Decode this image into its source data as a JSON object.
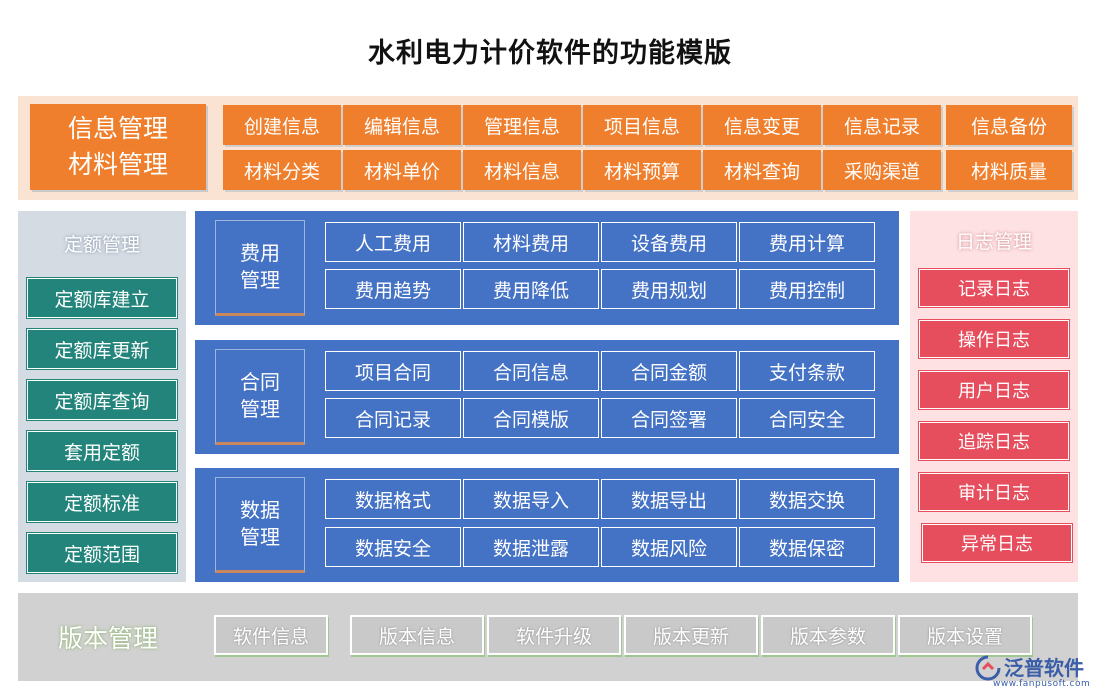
{
  "title": "水利电力计价软件的功能模版",
  "info_management": {
    "main_lines": [
      "信息管理",
      "材料管理"
    ],
    "row1": [
      "创建信息",
      "编辑信息",
      "管理信息",
      "项目信息",
      "信息变更",
      "信息记录",
      "信息备份"
    ],
    "row2": [
      "材料分类",
      "材料单价",
      "材料信息",
      "材料预算",
      "材料查询",
      "采购渠道",
      "材料质量"
    ]
  },
  "quota_management": {
    "title": "定额管理",
    "items": [
      "定额库建立",
      "定额库更新",
      "定额库查询",
      "套用定额",
      "定额标准",
      "定额范围"
    ]
  },
  "center_panels": [
    {
      "label_lines": [
        "费用",
        "管理"
      ],
      "row1": [
        "人工费用",
        "材料费用",
        "设备费用",
        "费用计算"
      ],
      "row2": [
        "费用趋势",
        "费用降低",
        "费用规划",
        "费用控制"
      ]
    },
    {
      "label_lines": [
        "合同",
        "管理"
      ],
      "row1": [
        "项目合同",
        "合同信息",
        "合同金额",
        "支付条款"
      ],
      "row2": [
        "合同记录",
        "合同模版",
        "合同签署",
        "合同安全"
      ]
    },
    {
      "label_lines": [
        "数据",
        "管理"
      ],
      "row1": [
        "数据格式",
        "数据导入",
        "数据导出",
        "数据交换"
      ],
      "row2": [
        "数据安全",
        "数据泄露",
        "数据风险",
        "数据保密"
      ]
    }
  ],
  "log_management": {
    "title": "日志管理",
    "items": [
      "记录日志",
      "操作日志",
      "用户日志",
      "追踪日志",
      "审计日志",
      "异常日志"
    ]
  },
  "version_management": {
    "title": "版本管理",
    "items": [
      "软件信息",
      "版本信息",
      "软件升级",
      "版本更新",
      "版本参数",
      "版本设置"
    ]
  },
  "logo": {
    "text": "泛普软件",
    "url": "www.fanpusoft.com"
  },
  "colors": {
    "orange": "#ef7f2c",
    "teal": "#22847a",
    "blue": "#4472c4",
    "red": "#e64d5d",
    "gray": "#c9c9c9"
  }
}
